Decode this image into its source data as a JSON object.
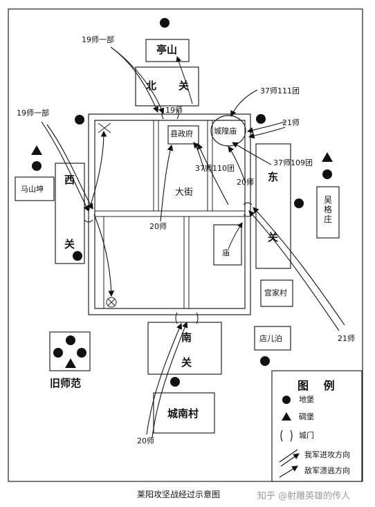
{
  "title": "莱阳攻坚战经过示意图",
  "watermark": "知乎 @射雕英雄的传人",
  "places": {
    "tingshan": "亭山",
    "beiguan_1": "北",
    "beiguan_2": "关",
    "xiguan_1": "西",
    "xiguan_2": "关",
    "dongguan_1": "东",
    "dongguan_2": "关",
    "nanguan_1": "南",
    "nanguan_2": "关",
    "mashankun": "马山坤",
    "wugezhuang": "吴格庄",
    "gongjiacun": "宫家村",
    "dianerbo": "店儿泊",
    "jiushifan": "旧师范",
    "chengnancun": "城南村",
    "dajie": "大街",
    "xianzhengfu": "县政府",
    "chenghuangmiao": "城隍庙",
    "miao": "庙"
  },
  "units": {
    "div19_part_north": "19师一部",
    "div19_part_west": "19师一部",
    "div19": "19师",
    "regt37_111": "37师111团",
    "div21_ne": "21师",
    "regt37_109": "37师109团",
    "regt37_110": "37师110团",
    "div20_east": "20师",
    "div20_center": "20师",
    "div21_se": "21师",
    "div20_south": "20师"
  },
  "legend": {
    "title": "图 例",
    "items": [
      {
        "icon": "bunker-circle-icon",
        "label": "地堡"
      },
      {
        "icon": "blockhouse-triangle-icon",
        "label": "碉堡"
      },
      {
        "icon": "city-gate-icon",
        "label": "城门"
      },
      {
        "icon": "attack-arrow-icon",
        "label": "我军进攻方向"
      },
      {
        "icon": "retreat-arrow-icon",
        "label": "敌军溃逃方向"
      }
    ]
  }
}
